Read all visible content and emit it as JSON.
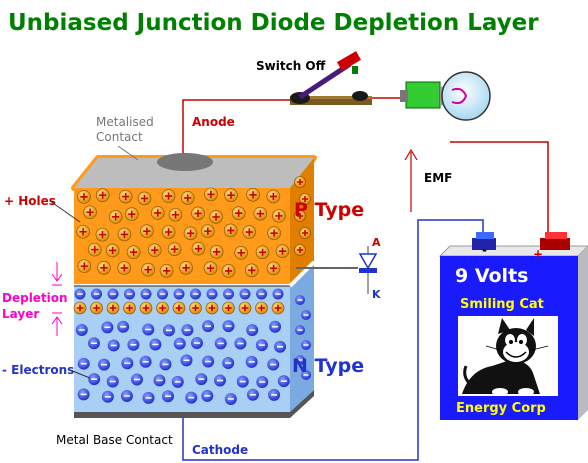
{
  "title": "Unbiased Junction Diode Depletion Layer",
  "labels": {
    "switch": "Switch Off",
    "metalised_1": "Metalised",
    "metalised_2": "Contact",
    "anode": "Anode",
    "emf": "EMF",
    "holes": "+ Holes",
    "p_type": "P Type",
    "depletion_1": "Depletion",
    "depletion_2": "Layer",
    "n_type": "N Type",
    "electrons": "- Electrons",
    "base_contact": "Metal Base Contact",
    "cathode": "Cathode",
    "symbol_a": "A",
    "symbol_k": "K"
  },
  "battery": {
    "voltage": "9 Volts",
    "brand_1": "Smiling Cat",
    "brand_2": "Energy Corp",
    "minus": "-",
    "plus": "+"
  },
  "colors": {
    "title": "#008000",
    "p_region": "#ff9a1a",
    "n_region": "#a9cff5",
    "holes": "#cc0000",
    "electrons": "#1a1aff",
    "battery": "#1a1aff",
    "wire_red": "#cc0000",
    "wire_blue": "#2233cc"
  },
  "icons": [
    "switch-icon",
    "lamp-icon",
    "diode-symbol-icon",
    "battery-icon",
    "cat-icon"
  ]
}
